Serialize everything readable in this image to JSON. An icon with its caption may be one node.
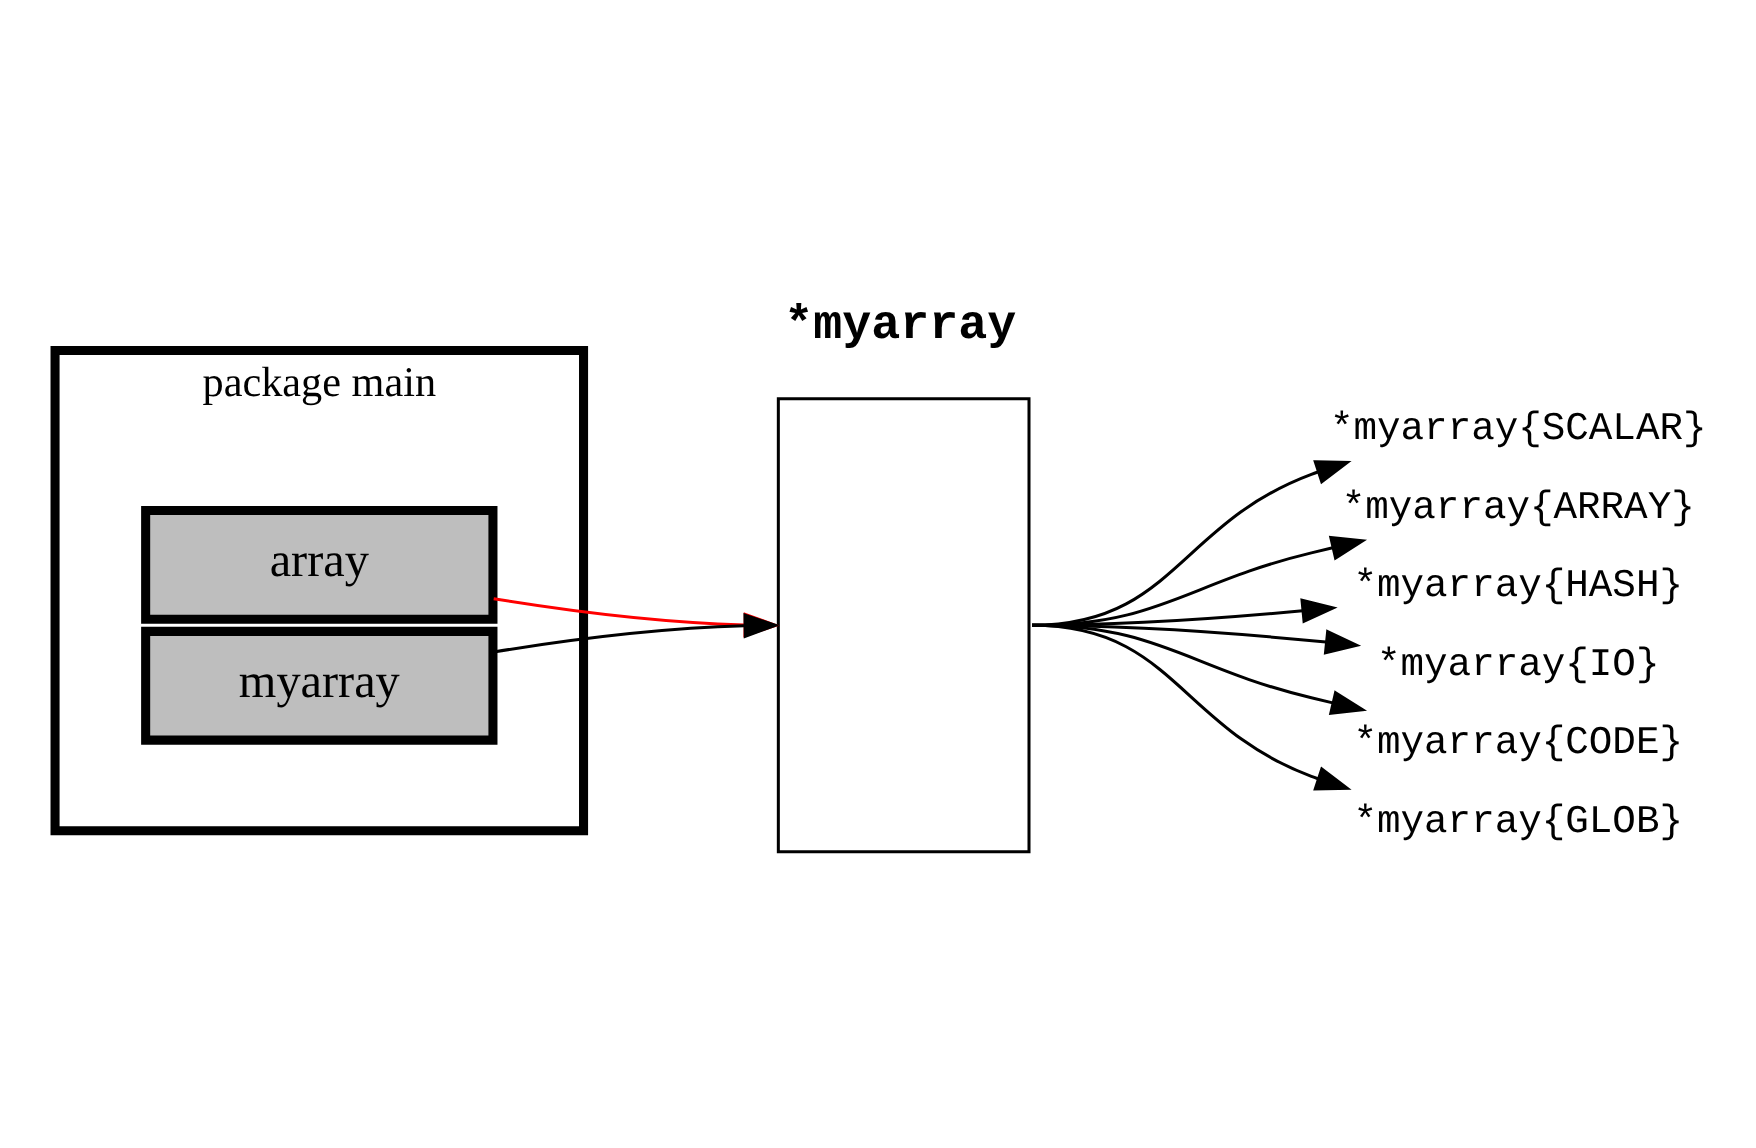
{
  "diagram": {
    "nodes": [
      {
        "text": [
          "package main"
        ]
      },
      {
        "text": [
          "array"
        ],
        "in": 0
      },
      {
        "text": [
          "myarray"
        ],
        "in": 0
      },
      {
        "text": [
          "*myarray"
        ]
      },
      {
        "text": [
          "*myarray{SCALAR}"
        ]
      },
      {
        "text": [
          "*myarray{ARRAY}"
        ]
      },
      {
        "text": [
          "*myarray{HASH}"
        ]
      },
      {
        "text": [
          "*myarray{IO}"
        ]
      },
      {
        "text": [
          "*myarray{CODE}"
        ]
      },
      {
        "text": [
          "*myarray{GLOB}"
        ]
      }
    ],
    "edges": [
      {
        "from": 1,
        "to": 3,
        "arrow": "to",
        "color": "#ff0000"
      },
      {
        "from": 2,
        "to": 3,
        "arrow": "to"
      },
      {
        "from": 3,
        "to": 4,
        "arrow": "to"
      },
      {
        "from": 3,
        "to": 5,
        "arrow": "to"
      },
      {
        "from": 3,
        "to": 6,
        "arrow": "to"
      },
      {
        "from": 3,
        "to": 7,
        "arrow": "to"
      },
      {
        "from": 3,
        "to": 8,
        "arrow": "to"
      },
      {
        "from": 3,
        "to": 9,
        "arrow": "to"
      }
    ]
  }
}
